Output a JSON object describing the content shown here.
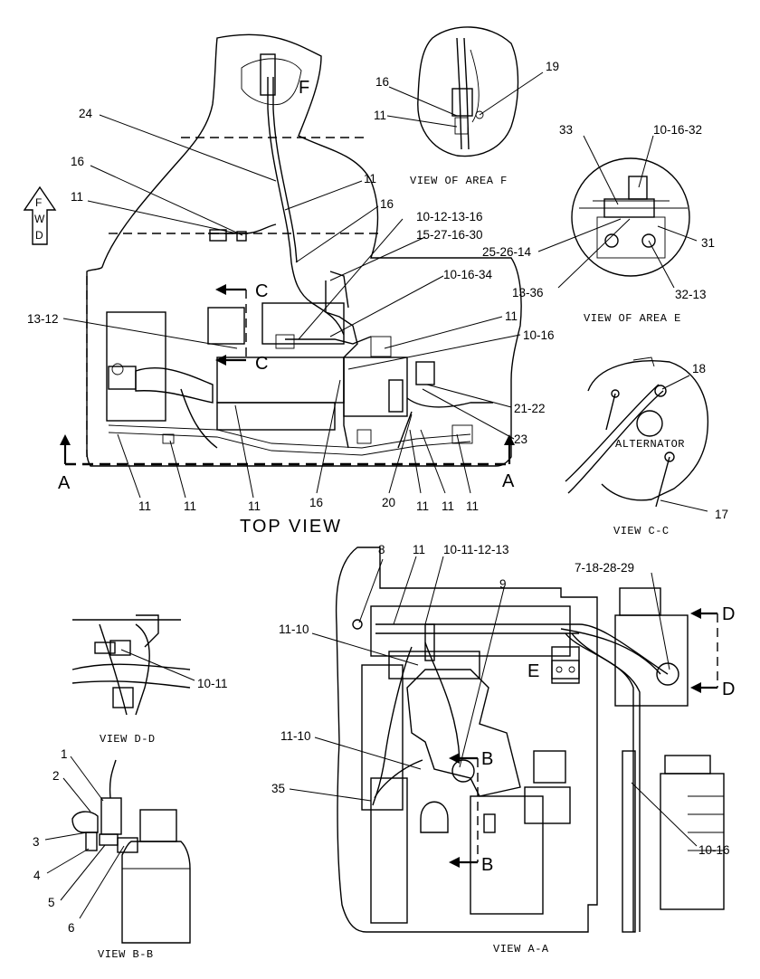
{
  "captions": {
    "top_view": "TOP VIEW",
    "view_area_f": "VIEW OF AREA F",
    "view_area_e": "VIEW OF AREA E",
    "view_c_c": "VIEW C-C",
    "view_d_d": "VIEW D-D",
    "view_b_b": "VIEW B-B",
    "view_a_a": "VIEW A-A",
    "alternator": "ALTERNATOR",
    "fwd": [
      "F",
      "W",
      "D"
    ]
  },
  "section_letters": {
    "F": "F",
    "C": "C",
    "A": "A",
    "E": "E",
    "D": "D",
    "B": "B"
  },
  "callouts": {
    "top_view": [
      "24",
      "16",
      "11",
      "11",
      "16",
      "10-12-13-16",
      "15-27-16-30",
      "10-16-34",
      "13-12",
      "11",
      "10-16",
      "21-22",
      "23",
      "11",
      "11",
      "11",
      "16",
      "20",
      "11",
      "11",
      "11"
    ],
    "area_f": [
      "16",
      "19",
      "11"
    ],
    "area_e": [
      "33",
      "10-16-32",
      "25-26-14",
      "31",
      "13-36",
      "32-13"
    ],
    "view_c_c": [
      "18",
      "17"
    ],
    "view_a_a": [
      "8",
      "11",
      "10-11-12-13",
      "9",
      "7-18-28-29",
      "11-10",
      "11-10",
      "35",
      "10-16"
    ],
    "view_d_d": [
      "10-11"
    ],
    "view_b_b": [
      "1",
      "2",
      "3",
      "4",
      "5",
      "6"
    ]
  }
}
